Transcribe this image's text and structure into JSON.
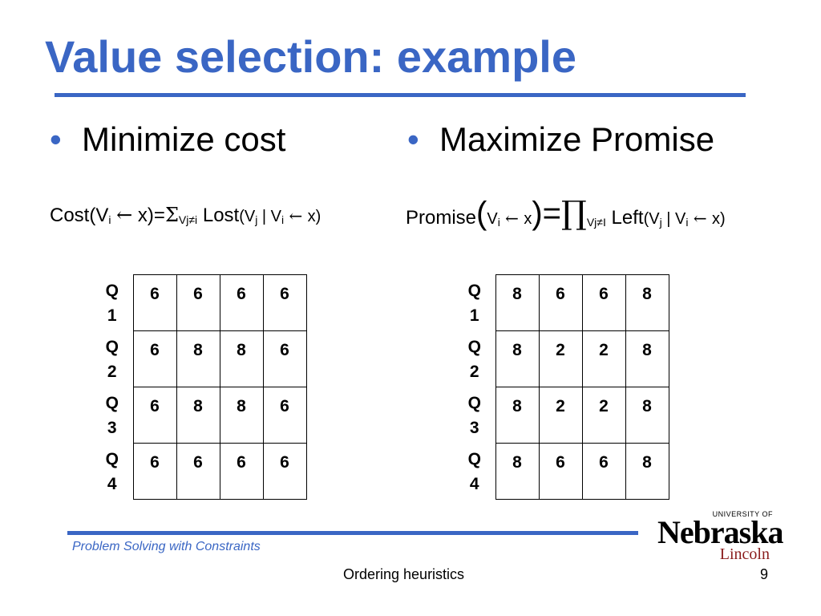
{
  "slide": {
    "title": "Value selection: example",
    "page_number": "9",
    "topic": "Ordering heuristics",
    "course": "Problem Solving with Constraints"
  },
  "bullets": {
    "left": "Minimize cost",
    "right": "Maximize Promise",
    "marker": "•"
  },
  "formula_cost": {
    "fn": "Cost(V",
    "i": "i",
    "arrow": "←",
    "x_eq": " x)=",
    "sigma": "Σ",
    "sub": "Vj≠i",
    "lost": " Lost",
    "arg1": "(V",
    "j": "j",
    "bar": " | V",
    "i2": "i",
    "arrow2": " ← ",
    "end": "x)"
  },
  "formula_promise": {
    "fn": "Promise",
    "open": "(",
    "v": "V",
    "i": "i",
    "arrow": " ← ",
    "x": "x",
    "close": ")=",
    "prod": "∏",
    "sub": "Vj≠I",
    "left": " Left",
    "arg1": "(V",
    "j": "j",
    "bar": " | V",
    "i2": "i",
    "arrow2": " ← ",
    "end": "x)"
  },
  "grid_cost": {
    "rows": [
      {
        "q": "Q",
        "n": "1",
        "values": [
          "6",
          "6",
          "6",
          "6"
        ]
      },
      {
        "q": "Q",
        "n": "2",
        "values": [
          "6",
          "8",
          "8",
          "6"
        ]
      },
      {
        "q": "Q",
        "n": "3",
        "values": [
          "6",
          "8",
          "8",
          "6"
        ]
      },
      {
        "q": "Q",
        "n": "4",
        "values": [
          "6",
          "6",
          "6",
          "6"
        ]
      }
    ]
  },
  "grid_promise": {
    "rows": [
      {
        "q": "Q",
        "n": "1",
        "values": [
          "8",
          "6",
          "6",
          "8"
        ]
      },
      {
        "q": "Q",
        "n": "2",
        "values": [
          "8",
          "2",
          "2",
          "8"
        ]
      },
      {
        "q": "Q",
        "n": "3",
        "values": [
          "8",
          "2",
          "2",
          "8"
        ]
      },
      {
        "q": "Q",
        "n": "4",
        "values": [
          "8",
          "6",
          "6",
          "8"
        ]
      }
    ]
  },
  "logo": {
    "university": "UNIVERSITY OF",
    "name": "Nebraska",
    "campus": "Lincoln"
  },
  "colors": {
    "accent": "#3a66c4",
    "logo_red": "#8a1c1c"
  }
}
